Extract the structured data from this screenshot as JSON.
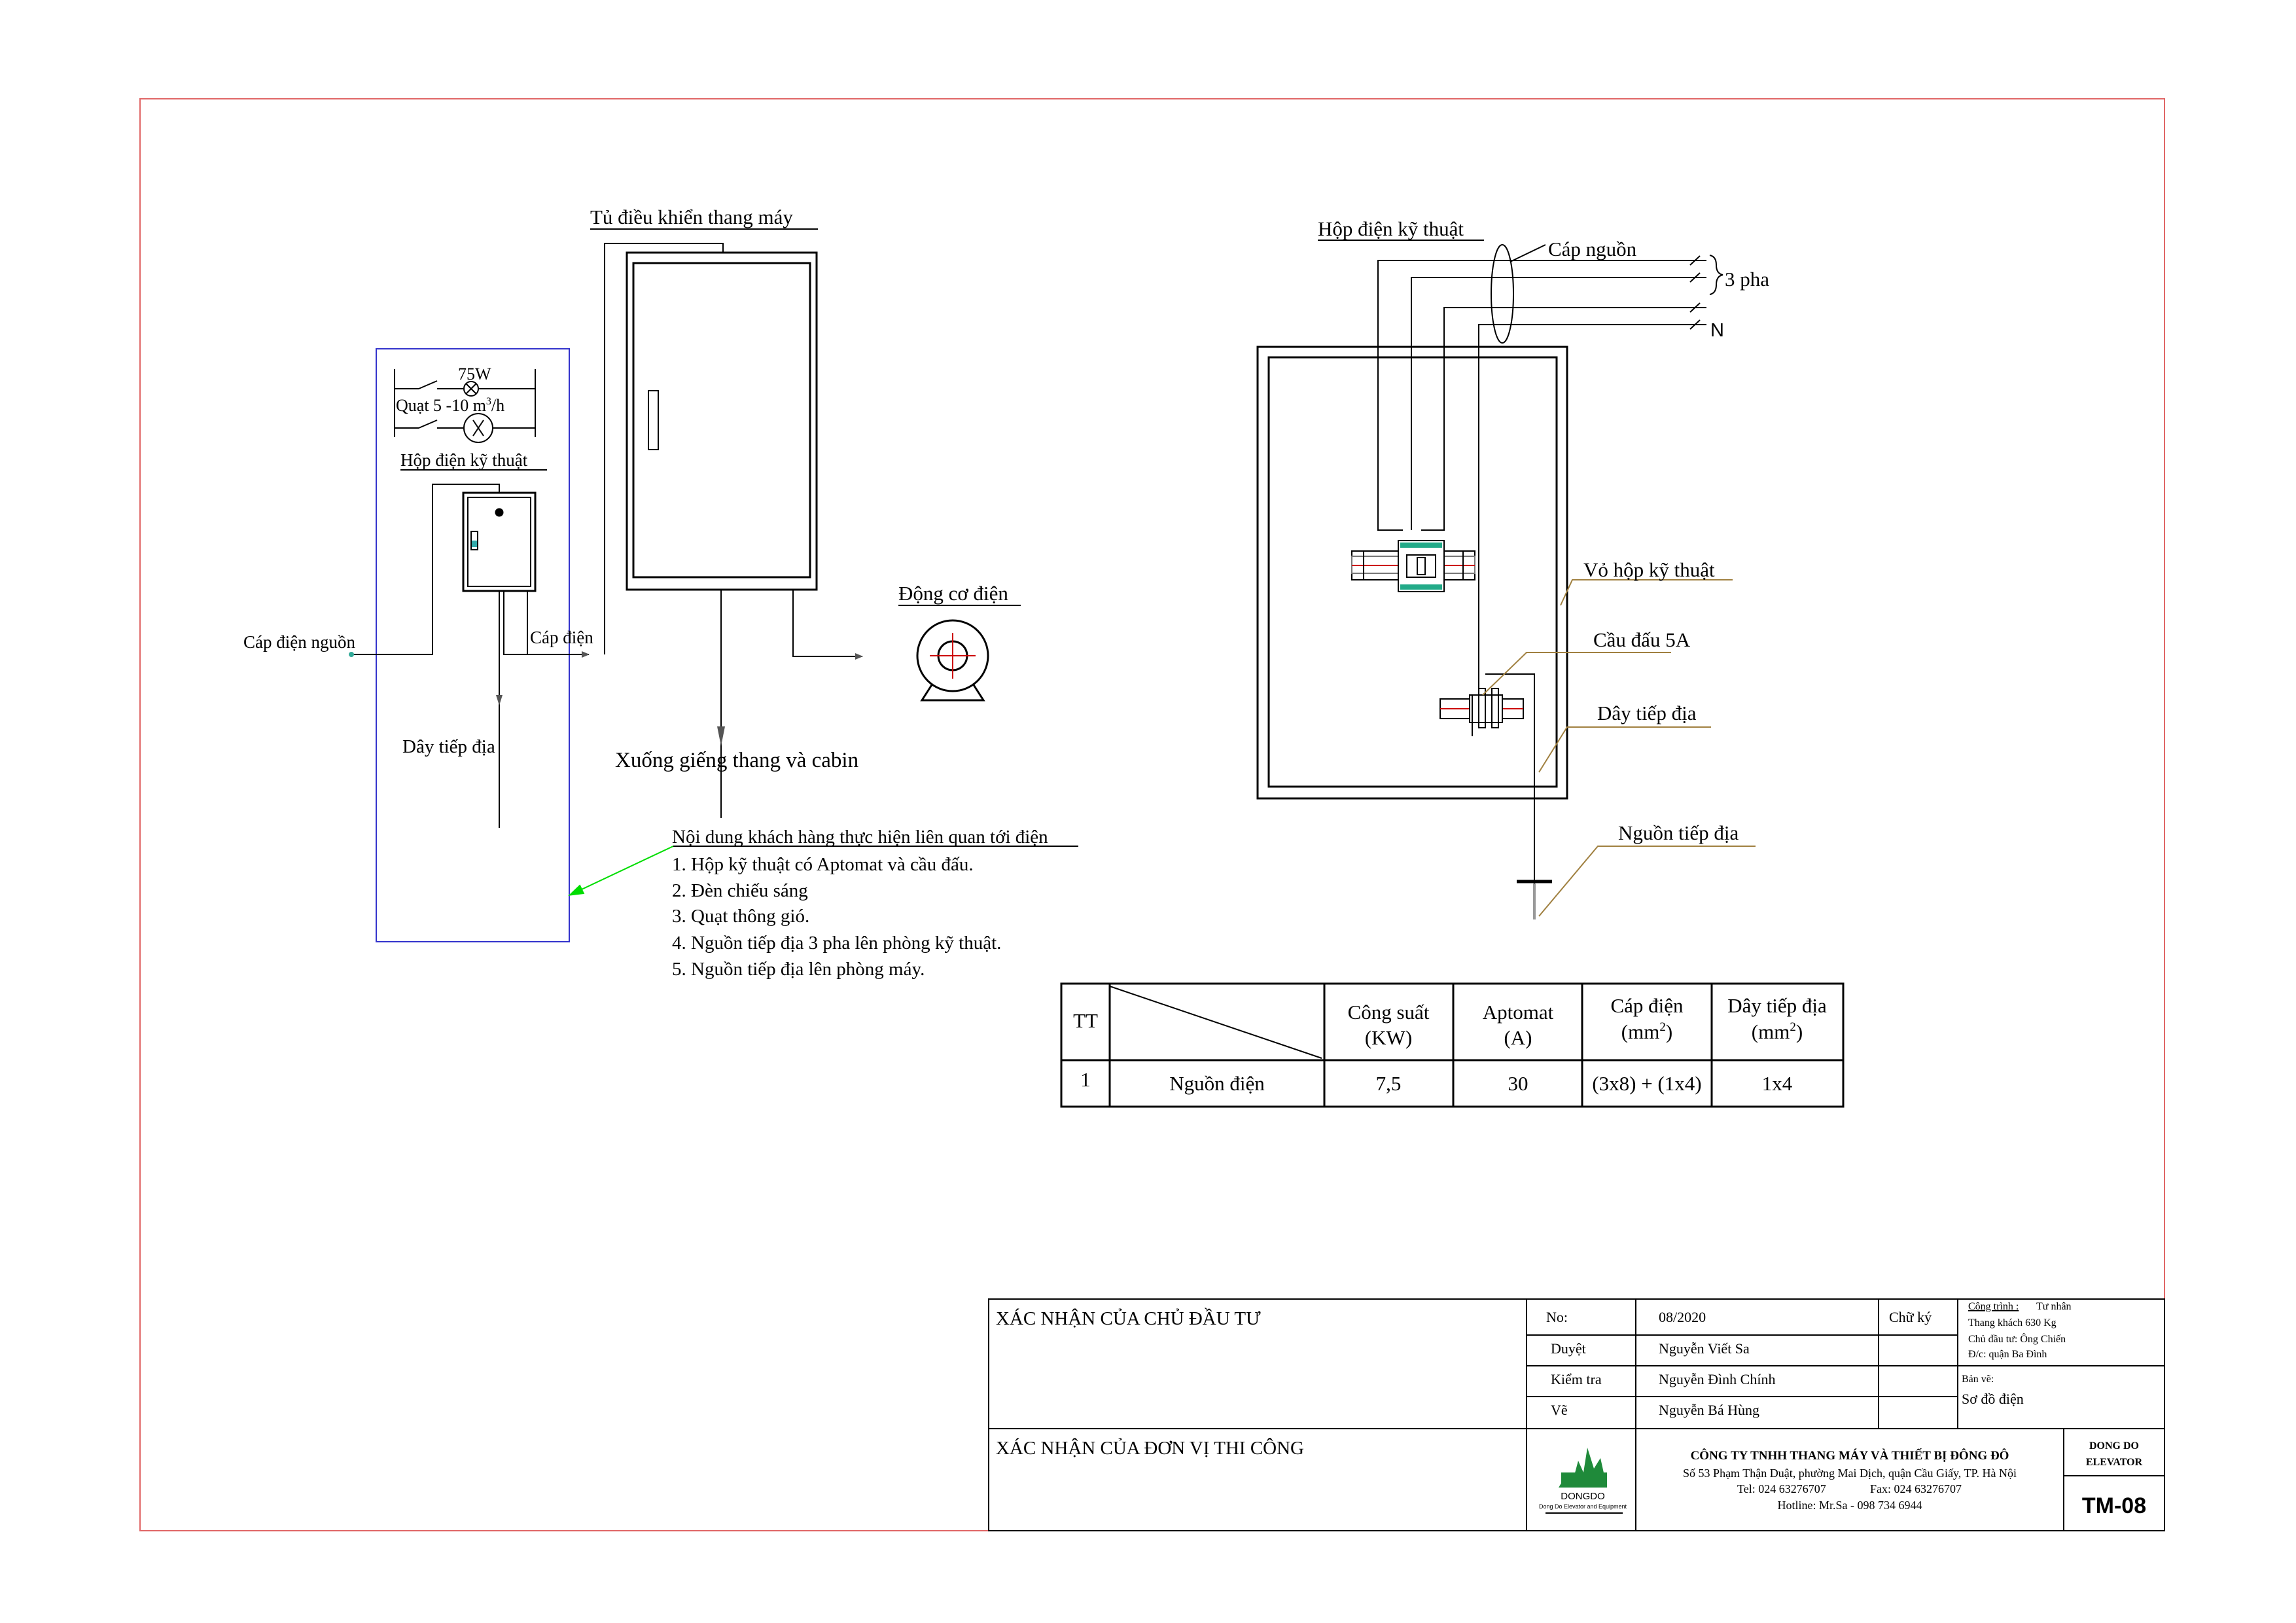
{
  "left_diagram": {
    "cabinet_label": "Tủ điều khiển thang máy",
    "lamp_power": "75W",
    "fan_label": "Quạt 5 -10 m",
    "fan_unit_sup": "3",
    "fan_unit_tail": "/h",
    "tech_box_label": "Hộp điện kỹ thuật",
    "power_cable_label": "Cáp điện nguồn",
    "cable_label": "Cáp điện",
    "motor_label": "Động cơ điện",
    "down_label": "Xuống giếng thang và cabin",
    "ground_wire_label": "Dây tiếp địa"
  },
  "notes": {
    "title": "Nội dung khách hàng thực hiện liên quan tới điện",
    "items": [
      "1. Hộp kỹ thuật có Aptomat và cầu đấu.",
      "2. Đèn chiếu sáng",
      "3. Quạt thông gió.",
      "4. Nguồn tiếp địa 3 pha lên phòng kỹ thuật.",
      "5. Nguồn tiếp địa lên phòng máy."
    ]
  },
  "right_diagram": {
    "box_label": "Hộp điện kỹ thuật",
    "supply_cable": "Cáp nguồn",
    "three_phase": "3 pha",
    "neutral": "N",
    "casing": "Vỏ hộp kỹ thuật",
    "terminal": "Cầu đấu 5A",
    "ground_wire": "Dây tiếp địa",
    "ground_source": "Nguồn tiếp địa"
  },
  "spec_table": {
    "headers": {
      "tt": "TT",
      "power": "Công suất",
      "power_unit": "(KW)",
      "breaker": "Aptomat",
      "breaker_unit": "(A)",
      "cable": "Cáp điện",
      "cable_unit": "(mm",
      "ground": "Dây tiếp địa",
      "ground_unit": "(mm",
      "sup": "2",
      "close": ")"
    },
    "row": {
      "tt": "1",
      "name": "Nguồn điện",
      "power": "7,5",
      "breaker": "30",
      "cable": "(3x8) + (1x4)",
      "ground": "1x4"
    }
  },
  "title_block": {
    "owner_confirm": "XÁC NHẬN CỦA CHỦ ĐẦU TƯ",
    "contractor_confirm": "XÁC NHẬN CỦA ĐƠN VỊ THI CÔNG",
    "no_label": "No:",
    "no_value": "08/2020",
    "sign_label": "Chữ ký",
    "approved_label": "Duyệt",
    "approved_value": "Nguyễn Viết Sa",
    "checked_label": "Kiểm tra",
    "checked_value": "Nguyễn Đình Chính",
    "drawn_label": "Vẽ",
    "drawn_value": "Nguyễn Bá Hùng",
    "project_label": "Công trình :",
    "project_value": "Tư nhân",
    "project_line2": "Thang khách 630 Kg",
    "investor": "Chủ đầu tư: Ông Chiến",
    "address_short": "Đ/c: quận Ba Đình",
    "drawing_label": "Bản vẽ:",
    "drawing_value": "Sơ đồ điện",
    "company": "CÔNG TY TNHH THANG MÁY VÀ THIẾT BỊ ĐÔNG ĐÔ",
    "company_address": "Số 53 Phạm Thận Duật, phường Mai Dịch, quận Cầu Giấy, TP. Hà Nội",
    "tel": "Tel: 024 63276707",
    "fax": "Fax: 024 63276707",
    "hotline": "Hotline: Mr.Sa - 098 734 6944",
    "brand_line1": "DONG DO",
    "brand_line2": "ELEVATOR",
    "sheet_no": "TM-08",
    "logo_text": "DONGDO",
    "logo_sub": "Dong Do Elevator and Equipment"
  },
  "colors": {
    "frame": "#e06666",
    "blue_box": "#3333cc",
    "leader_green": "#00dd00",
    "leader_tan": "#a08040",
    "red_center": "#cc0000",
    "logo_green": "#1f8a3a"
  }
}
